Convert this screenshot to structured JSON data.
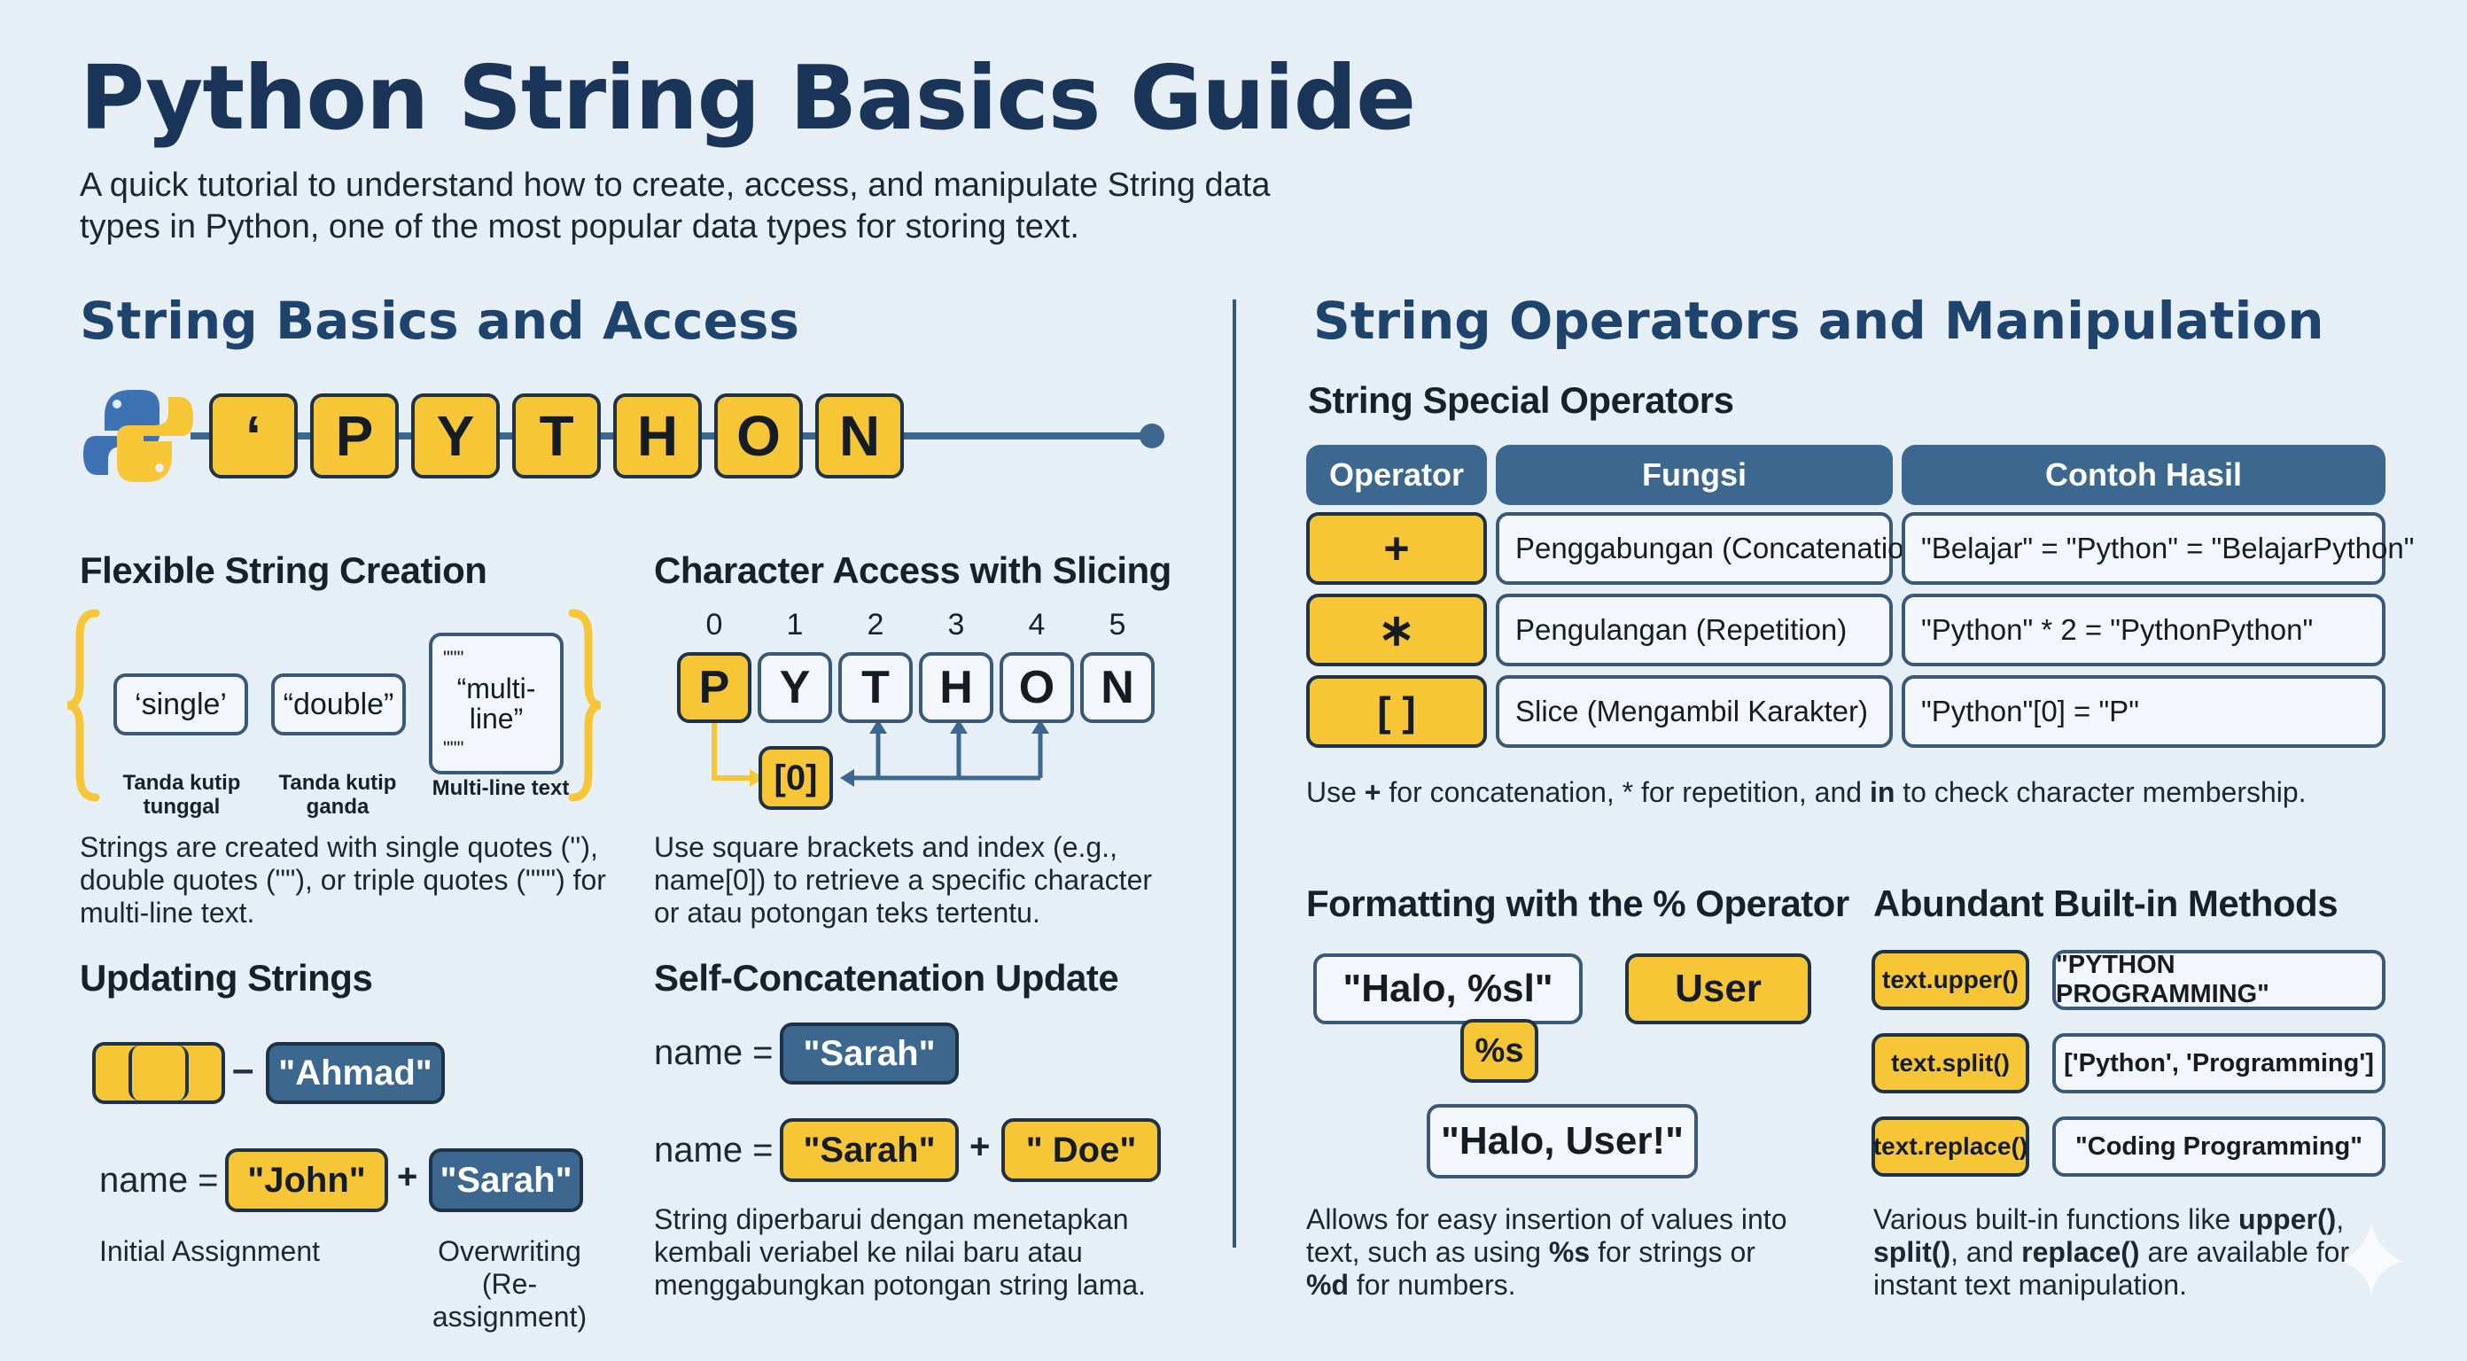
{
  "header": {
    "title": "Python String Basics Guide",
    "subtitle": "A quick tutorial to understand how to create, access, and manipulate String data types in Python, one of the most popular data types for storing text."
  },
  "left": {
    "heading": "String Basics and Access",
    "python_strip": [
      "‘",
      "P",
      "Y",
      "T",
      "H",
      "O",
      "N"
    ],
    "creation": {
      "heading": "Flexible String Creation",
      "single": "‘single’",
      "double": "“double”",
      "triple_open": "\"\"\"",
      "triple_text": "“multi-line”",
      "triple_close": "\"\"\"",
      "label_single": "Tanda kutip tunggal",
      "label_double": "Tanda kutip ganda",
      "label_triple": "Multi-line text",
      "description": "Strings are created with single quotes (''), double quotes (\"\"), or triple quotes (\"\"\") for multi-line text."
    },
    "access": {
      "heading": "Character Access with Slicing",
      "indices": [
        "0",
        "1",
        "2",
        "3",
        "4",
        "5"
      ],
      "letters": [
        "P",
        "Y",
        "T",
        "H",
        "O",
        "N"
      ],
      "index_box": "[0]",
      "description": "Use square brackets and index (e.g., name[0]) to retrieve a specific character or atau potongan teks tertentu."
    },
    "updating": {
      "heading": "Updating Strings",
      "dash": "–",
      "ahmad": "\"Ahmad\"",
      "name_label": "name =",
      "john": "\"John\"",
      "plus": "+",
      "sarah": "\"Sarah\"",
      "caption_initial": "Initial Assignment",
      "caption_overwrite": "Overwriting (Re-assignment)"
    },
    "self_concat": {
      "heading": "Self-Concatenation Update",
      "name_label_1": "name =",
      "sarah_1": "\"Sarah\"",
      "name_label_2": "name =",
      "sarah_2": "\"Sarah\"",
      "plus": "+",
      "doe": "\" Doe\"",
      "description": "String diperbarui dengan menetapkan kembali veriabel ke nilai baru atau menggabungkan potongan string lama."
    }
  },
  "right": {
    "heading": "String Operators and Manipulation",
    "operators": {
      "heading": "String Special Operators",
      "columns": [
        "Operator",
        "Fungsi",
        "Contoh Hasil"
      ],
      "rows": [
        {
          "op": "+",
          "fungsi": "Penggabungan (Concatenation)",
          "contoh": "\"Belajar\" = \"Python\" = \"BelajarPython\""
        },
        {
          "op": "∗",
          "fungsi": "Pengulangan (Repetition)",
          "contoh": "\"Python\" * 2 = \"PythonPython\""
        },
        {
          "op": "[ ]",
          "fungsi": "Slice (Mengambil Karakter)",
          "contoh": "\"Python\"[0] = \"P\""
        }
      ],
      "note_1": "Use ",
      "note_plus": "+",
      "note_2": " for concatenation, * for repetition, and ",
      "note_in": "in",
      "note_3": " to check character membership."
    },
    "formatting": {
      "heading": "Formatting with the % Operator",
      "template": "\"Halo, %sl\"",
      "value": "User",
      "spec": "%s",
      "result": "\"Halo, User!\"",
      "desc_1": "Allows for easy insertion of values into text, such as using ",
      "desc_s": "%s",
      "desc_2": " for strings or ",
      "desc_d": "%d",
      "desc_3": " for numbers."
    },
    "methods": {
      "heading": "Abundant Built-in Methods",
      "items": [
        {
          "method": "text.upper()",
          "result": "\"PYTHON PROGRAMMING\""
        },
        {
          "method": "text.split()",
          "result": "['Python', 'Programming']"
        },
        {
          "method": "text.replace()",
          "result": "\"Coding Programming\""
        }
      ],
      "desc_1": "Various built-in functions like ",
      "desc_upper": "upper()",
      "desc_2": ", ",
      "desc_split": "split()",
      "desc_3": ", and ",
      "desc_replace": "replace()",
      "desc_4": " are available for instant text manipulation."
    }
  },
  "colors": {
    "navy": "#1a3558",
    "blue": "#3c6890",
    "yellow": "#f6c636",
    "background": "#e6eef6"
  },
  "icons": {
    "logo": "python-logo-icon",
    "corner": "sparkle-icon"
  }
}
